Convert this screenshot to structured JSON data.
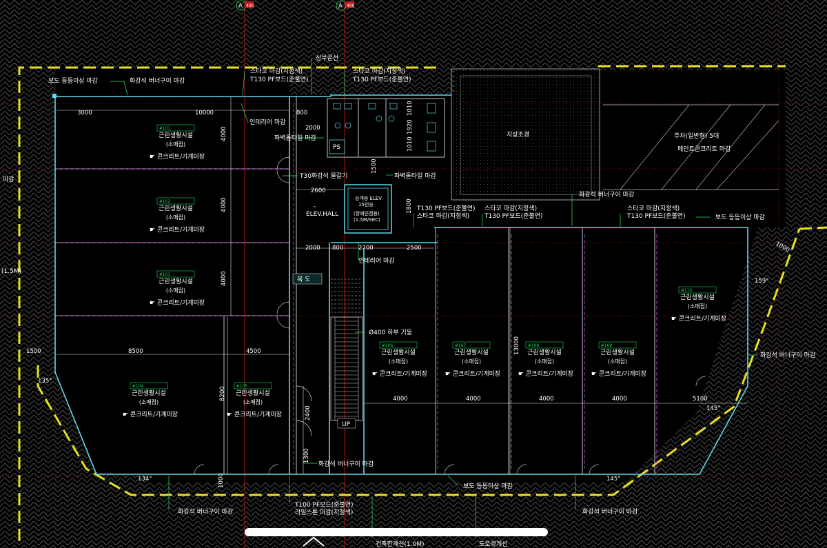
{
  "axis_markers": [
    {
      "letter": "A",
      "num": "400"
    },
    {
      "letter": "A",
      "num": "400"
    }
  ],
  "notes": {
    "sidewalk_top_left": "보도 등등이상 마감",
    "granite_top": "화강석 버너구이 마감",
    "stucco_a1": "스타코 마감(지정색)",
    "stucco_a2": "T130 PF보드(준불연)",
    "stucco_b1": "스타코 마감(지정색)",
    "stucco_b2": "T130 PF보드(준불연)",
    "top_edge": "상부끝선",
    "interior_1": "인테리어 마감",
    "tile_1": "파벽돌타일 마감",
    "ps": "PS",
    "stair_wall": "T30화강석 물갈기",
    "tile_2": "파벽돌타일 마감",
    "elev_left_dash": "-",
    "elev_hall": "ELEV.HALL",
    "elev_title": "승객용 ELEV",
    "elev_persons": "15인승",
    "elev_sub": "(장애인겸용)",
    "elev_speed": "(1.5M/SEC)",
    "stucco_c1": "T130 PF보드(준불연)",
    "stucco_c2": "스타코 마감(지정색)",
    "stucco_d1": "스타코 마감(지정색)",
    "stucco_d2": "T130 PF보드(준불연)",
    "stucco_e1": "스타코 마감(지정색)",
    "stucco_e2": "T130 PF보드(준불연)",
    "granite_mid": "화강석 버너구이 마감",
    "sidewalk_right": "보도 등등이상 마감",
    "interior_2": "인테리어 마감",
    "corridor": "복 도",
    "column": "Ø400 하부 기둥",
    "granite_right": "화강석 버너구이 마감",
    "granite_bottom_c": "화강석 버너구이 마감",
    "up": "UP",
    "sidewalk_bottom": "보도 등등이상 마감",
    "granite_bottom_l": "화강석 버너구이 마감",
    "pf_bottom1": "T100 PF보드(준불연)",
    "pf_bottom2": "라임스톤 마감(지정색)",
    "granite_bottom_r": "화강석 버너구이 마감",
    "setback": "건축한계선(1.0M)",
    "road_line": "도로경계선",
    "landscape": "지상조경",
    "parking": "주차(일반형) 5대",
    "parking_sub": "페인트콘크리트 마감",
    "left_edge": "마감",
    "left_edge_2": "(1.5M)"
  },
  "angles": [
    "135°",
    "134°",
    "145°",
    "145°",
    "159°"
  ],
  "dimensions": {
    "top_3000": "3000",
    "top_10000": "10000",
    "v_800": "800",
    "v_2000a": "2000",
    "v_4000a": "4000",
    "v_4000b": "4000",
    "v_4000c": "4000",
    "h_2600": "2600",
    "h_2000": "2000",
    "h_800": "800",
    "h_2700": "2700",
    "h_2500": "2500",
    "v_1500": "1500",
    "v_1800": "1800",
    "h_1500": "1500",
    "h_8500": "8500",
    "h_4500": "4500",
    "v_8200": "8200",
    "v_2400": "2400",
    "v_1300": "1300",
    "v_1000": "1000",
    "v_13000": "13000",
    "b_4000a": "4000",
    "b_4000b": "4000",
    "b_4000c": "4000",
    "b_4000d": "4000",
    "b_5100": "5100",
    "r_1000": "1000",
    "wc_1010a": "1010",
    "wc_1010b": "1010",
    "wc_1920": "1920"
  },
  "units": [
    {
      "no": "#101",
      "name": "근린생활시설",
      "sub": "(소매점)",
      "finish": "콘크리트/기계미장"
    },
    {
      "no": "#102",
      "name": "근린생활시설",
      "sub": "(소매점)",
      "finish": "콘크리트/기계미장"
    },
    {
      "no": "#103",
      "name": "근린생활시설",
      "sub": "(소매점)",
      "finish": "콘크리트/기계미장"
    },
    {
      "no": "#104",
      "name": "근린생활시설",
      "sub": "(소매점)",
      "finish": "콘크리트/기계미장"
    },
    {
      "no": "#105",
      "name": "근린생활시설",
      "sub": "(소매점)",
      "finish": "콘크리트/기계미장"
    },
    {
      "no": "#106",
      "name": "근린생활시설",
      "sub": "(소매점)",
      "finish": "콘크리트/기계미장"
    },
    {
      "no": "#107",
      "name": "근린생활시설",
      "sub": "(소매점)",
      "finish": "콘크리트/기계미장"
    },
    {
      "no": "#108",
      "name": "근린생활시설",
      "sub": "(소매점)",
      "finish": "콘크리트/기계미장"
    },
    {
      "no": "#109",
      "name": "근린생활시설",
      "sub": "(소매점)",
      "finish": "콘크리트/기계미장"
    },
    {
      "no": "#110",
      "name": "근린생활시설",
      "sub": "(소매점)",
      "finish": "콘크리트/기계미장"
    }
  ],
  "colors": {
    "background": "#000000",
    "wall": "#5fd8e8",
    "leader": "#2ee86a",
    "grid_axis": "#c01818",
    "site_boundary": "#e8e020",
    "partition": "#e040e0",
    "text": "#ffffff"
  }
}
